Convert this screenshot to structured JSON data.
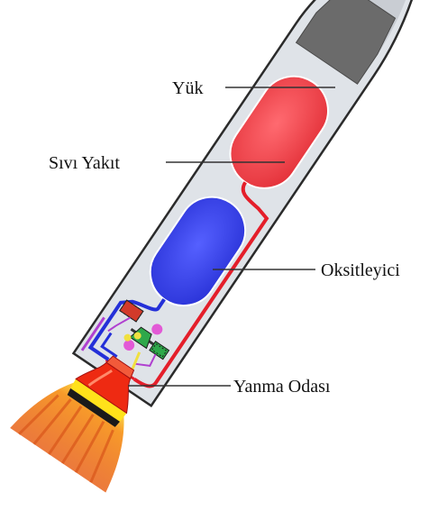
{
  "labels": {
    "payload": "Yük",
    "liquid_fuel": "Sıvı Yakıt",
    "oxidizer": "Oksitleyici",
    "combustion_chamber": "Yanma Odası"
  },
  "colors": {
    "background": "#ffffff",
    "body_fill": "#dfe3e8",
    "body_stroke": "#2b2b2b",
    "nose_fill": "#c9cdd3",
    "payload": "#6b6b6b",
    "fuel_tank": "#f2424a",
    "oxidizer_tank": "#3a44ee",
    "fuel_line": "#e41e2a",
    "oxidizer_line": "#2430d8",
    "leader_line": "#333333",
    "chamber": "#ee2a12",
    "flame_outer": "#f07a1c",
    "flame_inner": "#ffd21a"
  }
}
